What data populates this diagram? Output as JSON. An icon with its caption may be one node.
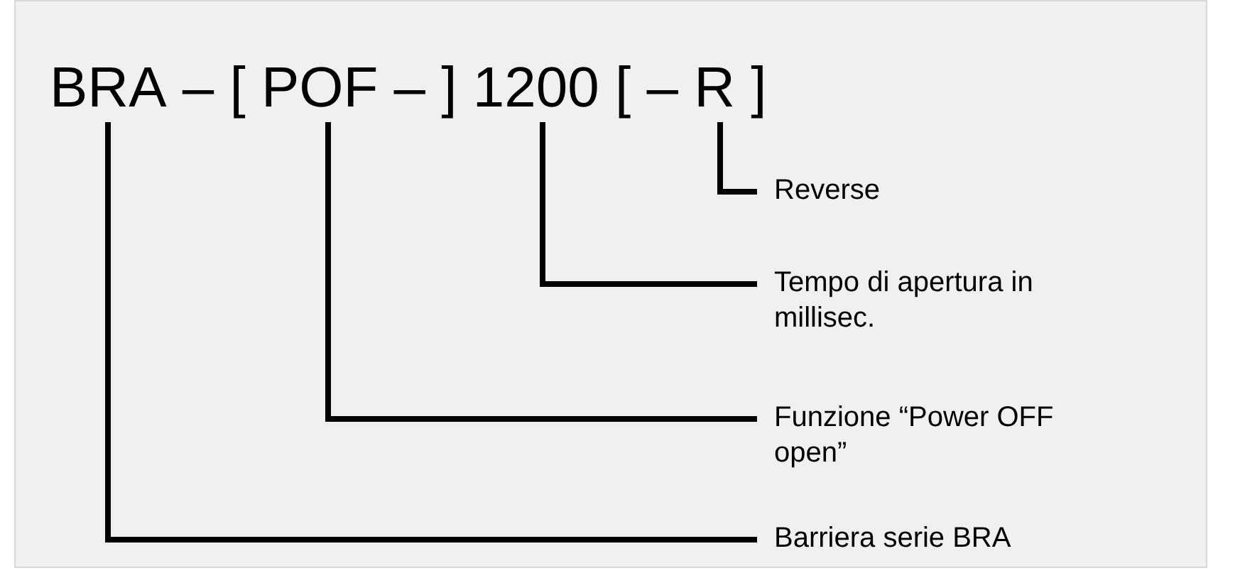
{
  "diagram": {
    "nodes": [
      {
        "text": [
          "BRA"
        ]
      },
      {
        "text": [
          "POF"
        ]
      },
      {
        "text": [
          "1200"
        ]
      },
      {
        "text": [
          "R"
        ]
      },
      {
        "text": [
          "Reverse"
        ]
      },
      {
        "text": [
          "Tempo di apertura in millisec."
        ]
      },
      {
        "text": [
          "Funzione “Power OFF open”"
        ]
      },
      {
        "text": [
          "Barriera serie BRA"
        ]
      }
    ],
    "edges": [
      {
        "from": 4,
        "to": 3,
        "arrow": "none"
      },
      {
        "from": 5,
        "to": 2,
        "arrow": "none"
      },
      {
        "from": 6,
        "to": 1,
        "arrow": "none"
      },
      {
        "from": 7,
        "to": 0,
        "arrow": "none"
      }
    ],
    "labels": [
      "– [",
      "– ]",
      "[ –",
      "]"
    ]
  }
}
